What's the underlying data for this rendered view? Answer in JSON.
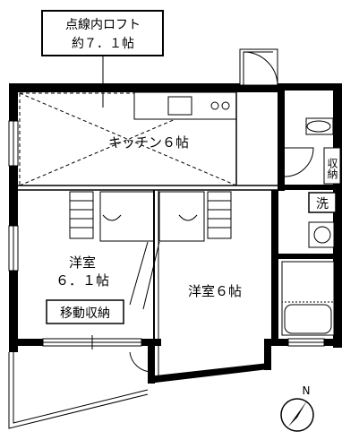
{
  "loft_note": {
    "line1": "点線内ロフト",
    "line2": "約７．１帖"
  },
  "rooms": {
    "kitchen": "キッチン６帖",
    "western_left_line1": "洋室",
    "western_left_line2": "６．１帖",
    "western_right": "洋室６帖"
  },
  "storage": {
    "movable": "移動収納",
    "closet": "収納"
  },
  "washer": "洗",
  "compass": {
    "label": "N"
  },
  "colors": {
    "wall": "#000000",
    "background": "#ffffff"
  }
}
